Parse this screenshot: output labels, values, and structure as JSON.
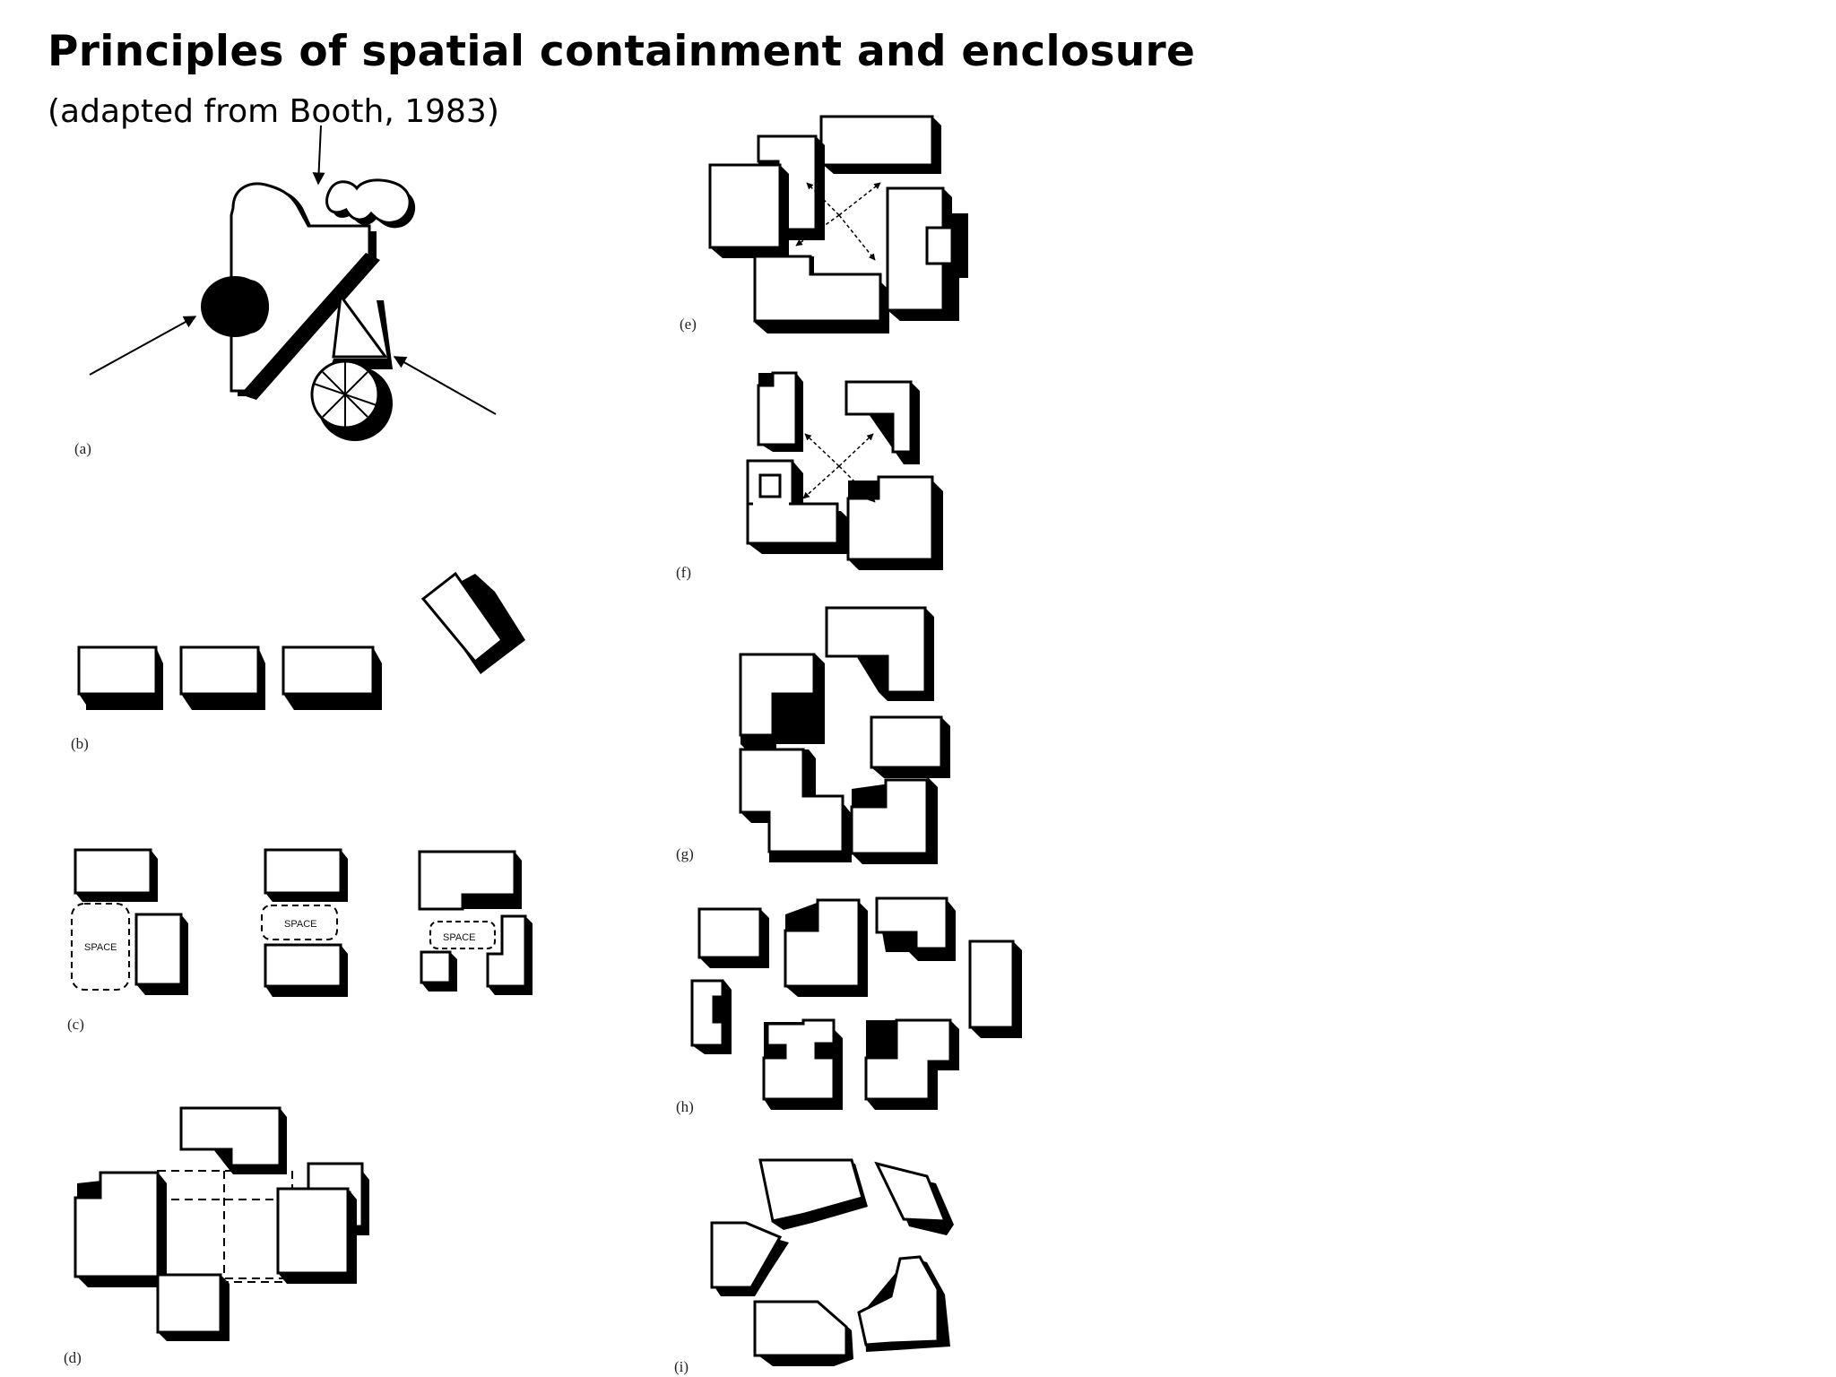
{
  "title": "Principles of spatial containment and enclosure",
  "subtitle": "(adapted from Booth, 1983)",
  "captions": {
    "a": "(a)",
    "b": "(b)",
    "c": "(c)",
    "d": "(d)",
    "e": "(e)",
    "f": "(f)",
    "g": "(g)",
    "h": "(h)",
    "i": "(i)"
  },
  "space_label": "SPACE"
}
